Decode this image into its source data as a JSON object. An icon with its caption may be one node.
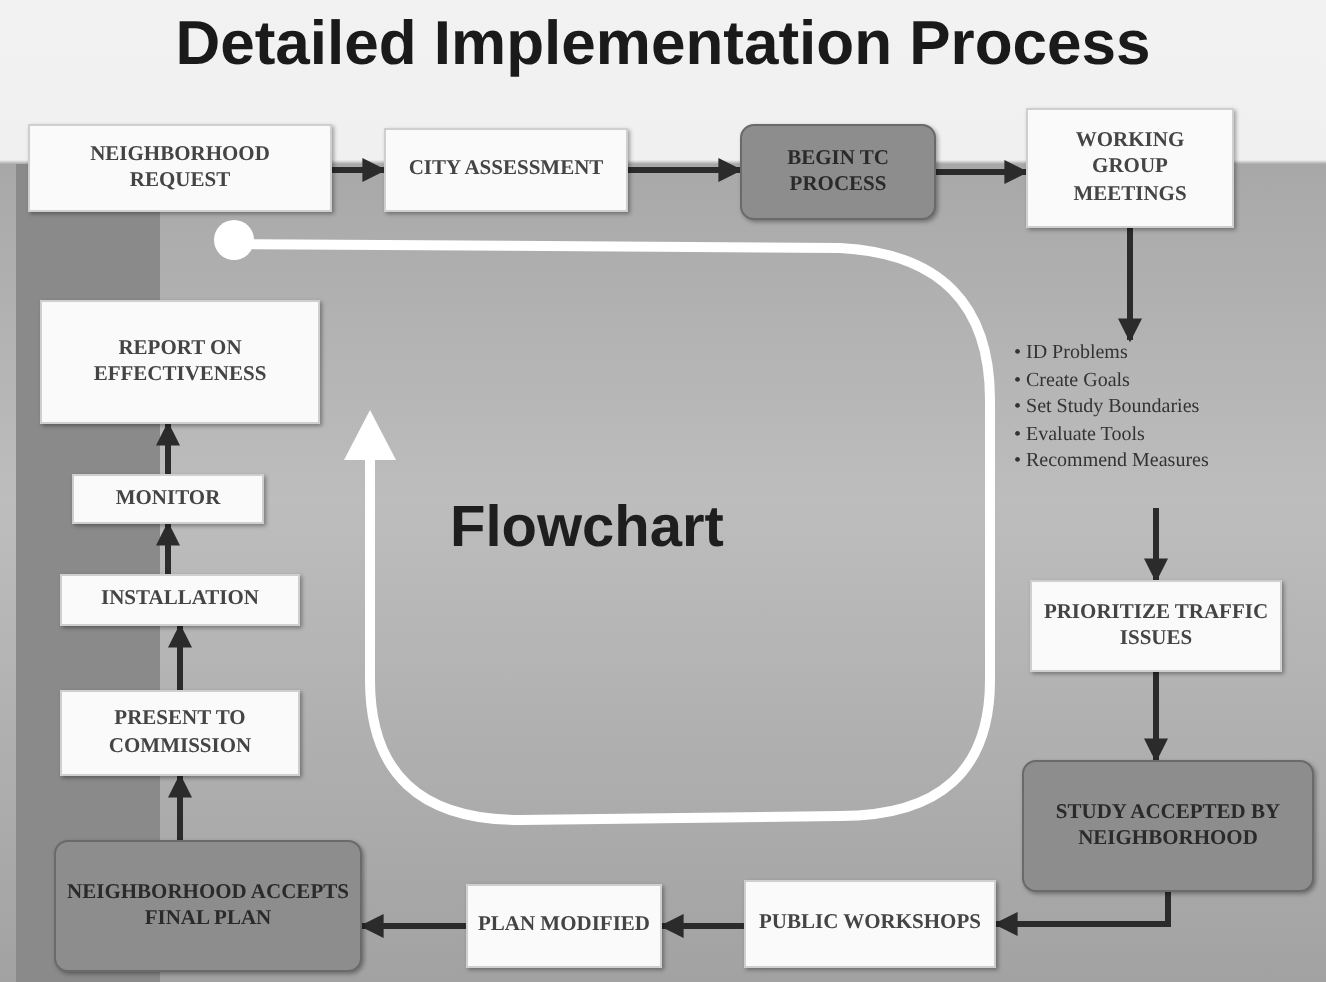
{
  "diagram": {
    "title": "Detailed Implementation Process",
    "nodes": [
      {
        "text": [
          "NEIGHBORHOOD REQUEST"
        ]
      },
      {
        "text": [
          "CITY ASSESSMENT"
        ]
      },
      {
        "text": [
          "BEGIN TC PROCESS"
        ]
      },
      {
        "text": [
          "WORKING GROUP MEETINGS"
        ]
      },
      {
        "text": [
          "• ID Problems",
          "• Create Goals",
          "• Set Study Boundaries",
          "• Evaluate Tools",
          "• Recommend Measures"
        ]
      },
      {
        "text": [
          "PRIORITIZE TRAFFIC ISSUES"
        ]
      },
      {
        "text": [
          "STUDY ACCEPTED BY NEIGHBORHOOD"
        ]
      },
      {
        "text": [
          "PUBLIC WORKSHOPS"
        ]
      },
      {
        "text": [
          "PLAN MODIFIED"
        ]
      },
      {
        "text": [
          "NEIGHBORHOOD ACCEPTS FINAL PLAN"
        ]
      },
      {
        "text": [
          "PRESENT TO COMMISSION"
        ]
      },
      {
        "text": [
          "INSTALLATION"
        ]
      },
      {
        "text": [
          "MONITOR"
        ]
      },
      {
        "text": [
          "REPORT ON EFFECTIVENESS"
        ]
      }
    ],
    "edges": [
      {
        "from": 0,
        "to": 1,
        "arrow": "to"
      },
      {
        "from": 1,
        "to": 2,
        "arrow": "to"
      },
      {
        "from": 2,
        "to": 3,
        "arrow": "to"
      },
      {
        "from": 3,
        "to": 4,
        "arrow": "to"
      },
      {
        "from": 4,
        "to": 5,
        "arrow": "to"
      },
      {
        "from": 5,
        "to": 6,
        "arrow": "to"
      },
      {
        "from": 6,
        "to": 7,
        "arrow": "to"
      },
      {
        "from": 7,
        "to": 8,
        "arrow": "to"
      },
      {
        "from": 8,
        "to": 9,
        "arrow": "to"
      },
      {
        "from": 9,
        "to": 10,
        "arrow": "to"
      },
      {
        "from": 10,
        "to": 11,
        "arrow": "to"
      },
      {
        "from": 11,
        "to": 12,
        "arrow": "to"
      },
      {
        "from": 12,
        "to": 13,
        "arrow": "to"
      }
    ],
    "labels": [
      "Flowchart"
    ]
  }
}
